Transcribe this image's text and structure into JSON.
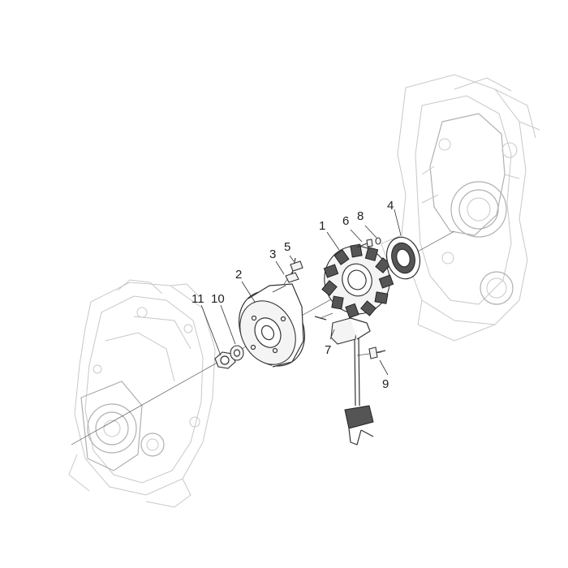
{
  "diagram": {
    "labels": [
      {
        "id": "1",
        "text": "1"
      },
      {
        "id": "2",
        "text": "2"
      },
      {
        "id": "3",
        "text": "3"
      },
      {
        "id": "4",
        "text": "4"
      },
      {
        "id": "5",
        "text": "5"
      },
      {
        "id": "6",
        "text": "6"
      },
      {
        "id": "7",
        "text": "7"
      },
      {
        "id": "8",
        "text": "8"
      },
      {
        "id": "9",
        "text": "9"
      },
      {
        "id": "10",
        "text": "10"
      },
      {
        "id": "11",
        "text": "11"
      }
    ]
  }
}
